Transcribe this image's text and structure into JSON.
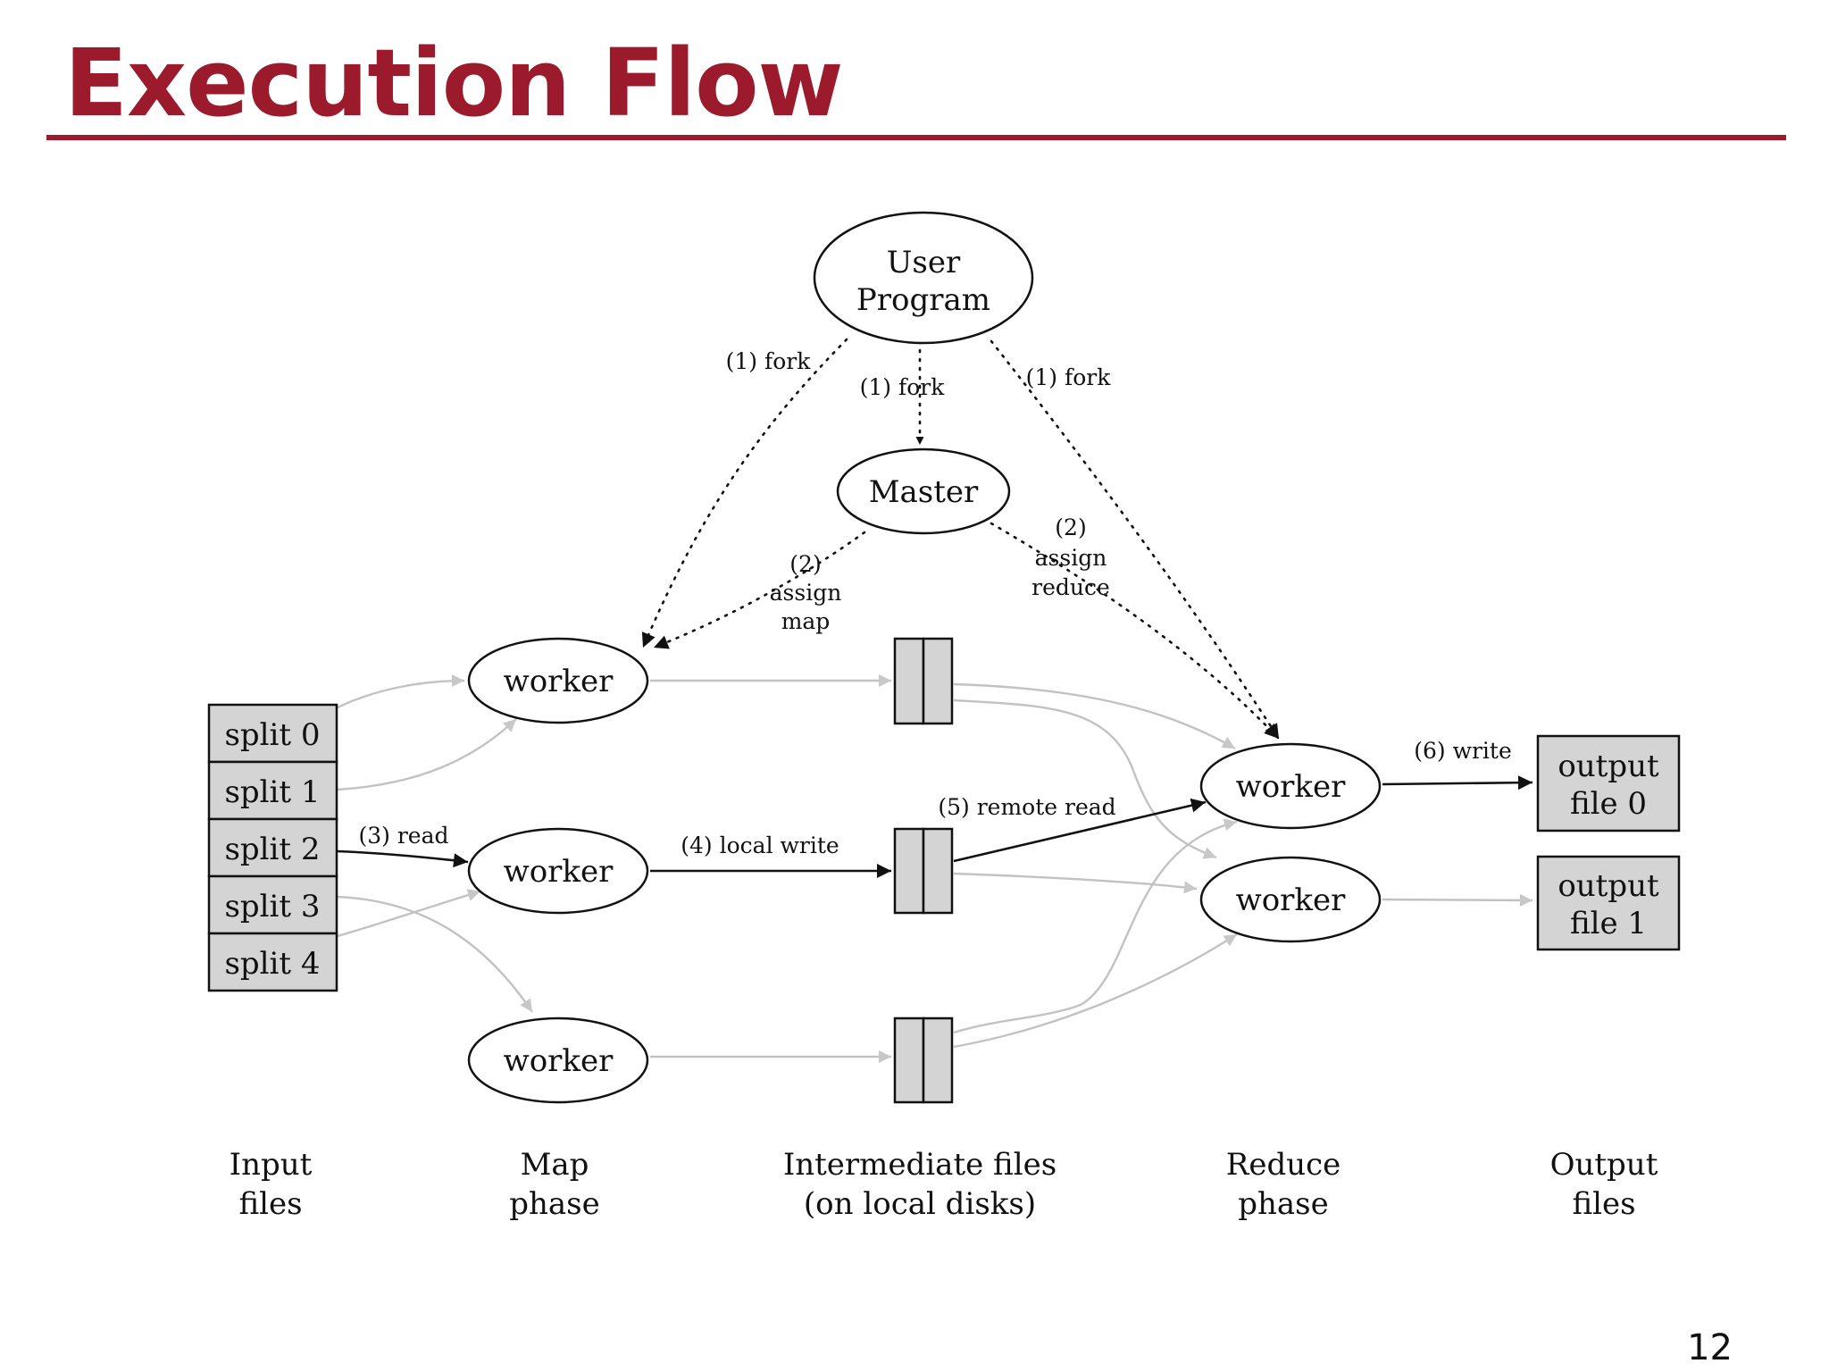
{
  "slide": {
    "title": "Execution Flow",
    "page_number": "12",
    "accent_color": "#9b1b2c"
  },
  "nodes": {
    "user_program": [
      "User",
      "Program"
    ],
    "master": "Master",
    "map_worker": "worker",
    "reduce_worker": "worker",
    "input_splits": [
      "split 0",
      "split 1",
      "split 2",
      "split 3",
      "split 4"
    ],
    "output_files": [
      [
        "output",
        "file 0"
      ],
      [
        "output",
        "file 1"
      ]
    ]
  },
  "edges": {
    "fork": "(1) fork",
    "assign_map": [
      "(2)",
      "assign",
      "map"
    ],
    "assign_reduce": [
      "(2)",
      "assign",
      "reduce"
    ],
    "read": "(3) read",
    "local_write": "(4) local write",
    "remote_read": "(5) remote read",
    "write": "(6) write"
  },
  "captions": {
    "input": [
      "Input",
      "files"
    ],
    "map": [
      "Map",
      "phase"
    ],
    "intermediate": [
      "Intermediate files",
      "(on local disks)"
    ],
    "reduce": [
      "Reduce",
      "phase"
    ],
    "output": [
      "Output",
      "files"
    ]
  },
  "colors": {
    "box_fill": "#d4d4d4",
    "gray_arrow": "#c2c2c2",
    "ink": "#111111"
  }
}
